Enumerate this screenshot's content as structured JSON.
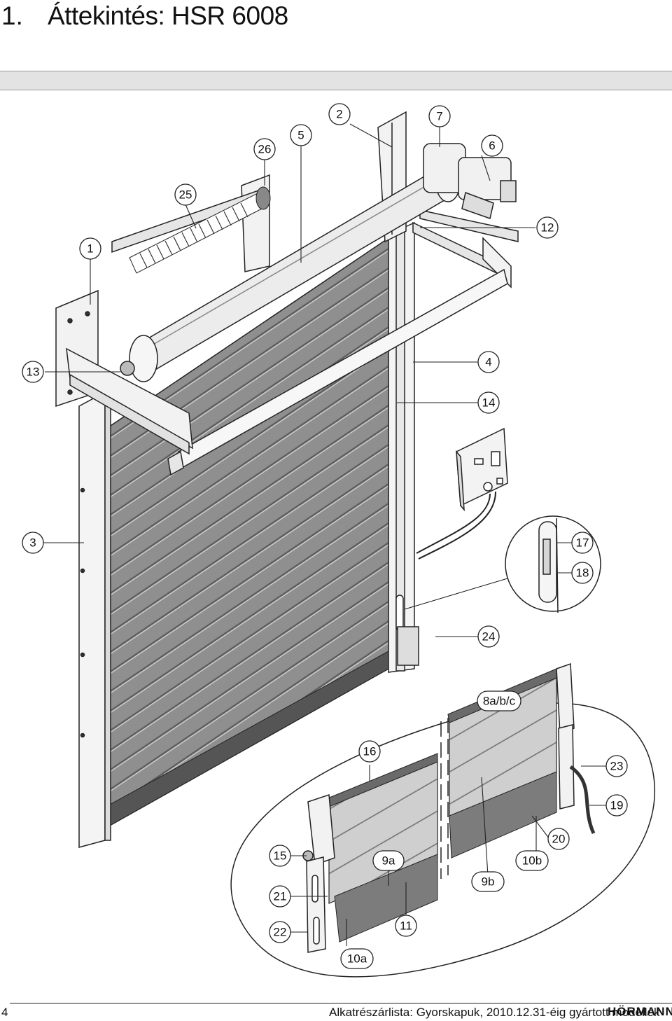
{
  "header": {
    "section_number": "1.",
    "title": "Áttekintés: HSR 6008"
  },
  "callouts": {
    "c1": "1",
    "c2": "2",
    "c3": "3",
    "c4": "4",
    "c5": "5",
    "c6": "6",
    "c7": "7",
    "c8abc": "8a/b/c",
    "c9a": "9a",
    "c9b": "9b",
    "c10a": "10a",
    "c10b": "10b",
    "c11": "11",
    "c12": "12",
    "c13": "13",
    "c14": "14",
    "c15": "15",
    "c16": "16",
    "c17": "17",
    "c18": "18",
    "c19": "19",
    "c20": "20",
    "c21": "21",
    "c22": "22",
    "c23": "23",
    "c24": "24",
    "c25": "25",
    "c26": "26"
  },
  "footer": {
    "page_number": "4",
    "text": "Alkatrészárlista: Gyorskapuk, 2010.12.31-éig gyártott modellek",
    "brand": "HÖRMANN"
  }
}
